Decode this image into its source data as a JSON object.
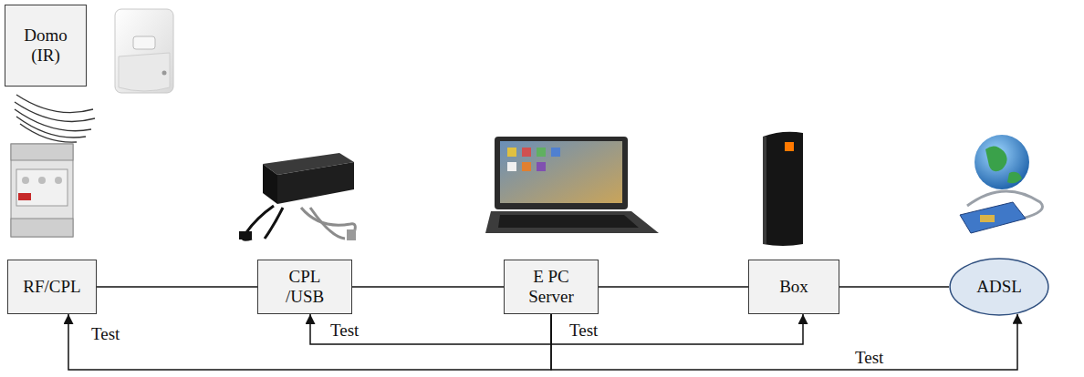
{
  "diagram": {
    "nodes": [
      {
        "text": [
          "Domo (IR)"
        ]
      },
      {
        "text": [
          "RF/CPL"
        ]
      },
      {
        "text": [
          "CPL /USB"
        ]
      },
      {
        "text": [
          "E PC Server"
        ]
      },
      {
        "text": [
          "Box"
        ]
      },
      {
        "text": [
          "ADSL"
        ]
      }
    ],
    "edges": [
      {
        "from": 1,
        "to": 2,
        "arrow": "none"
      },
      {
        "from": 2,
        "to": 3,
        "arrow": "none"
      },
      {
        "from": 3,
        "to": 4,
        "arrow": "none"
      },
      {
        "from": 4,
        "to": 5,
        "arrow": "none"
      },
      {
        "from": 3,
        "to": 1,
        "arrow": "to",
        "label": "Test"
      },
      {
        "from": 3,
        "to": 2,
        "arrow": "to",
        "label": "Test"
      },
      {
        "from": 3,
        "to": 4,
        "arrow": "to",
        "label": "Test"
      },
      {
        "from": 3,
        "to": 5,
        "arrow": "to",
        "label": "Test"
      }
    ]
  }
}
